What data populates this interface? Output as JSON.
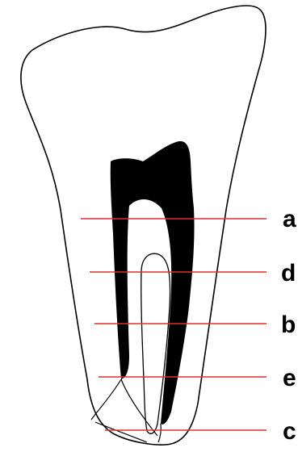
{
  "diagram": {
    "labels": {
      "a": "a",
      "d": "d",
      "b": "b",
      "e": "e",
      "c": "c"
    },
    "colors": {
      "outline": "#000000",
      "pulp": "#000000",
      "section_line": "#e03030",
      "background": "#ffffff"
    }
  }
}
